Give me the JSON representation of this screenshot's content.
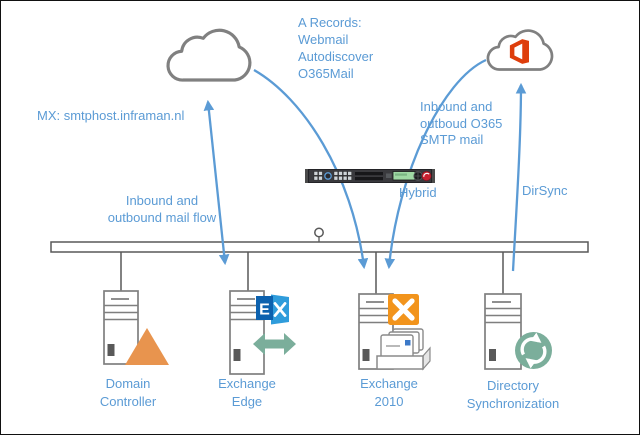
{
  "annotations": {
    "a_records": "A Records:\nWebmail\nAutodiscover\nO365Mail",
    "mx_record": "MX: smtphost.inframan.nl",
    "mail_flow": "Inbound and\noutbound mail flow",
    "o365_smtp": "Inbound and\noutboud O365\nSMTP mail",
    "hybrid": "Hybrid",
    "dirsync": "DirSync"
  },
  "servers": [
    {
      "label": "Domain\nController"
    },
    {
      "label": "Exchange\nEdge",
      "logo_letter": "E"
    },
    {
      "label": "Exchange\n2010"
    },
    {
      "label": "Directory\nSynchronization"
    }
  ],
  "icons": {
    "internet_cloud": "cloud-outline",
    "o365_cloud": "cloud-with-office365-logo",
    "domain_controller_badge": "orange-triangle",
    "exchange_edge_badges": "exchange-logo, green-double-arrow",
    "exchange_2010_badges": "exchange-2010-logo, mail-stack",
    "directory_sync_badge": "green-sync-circle",
    "middle_device": "f5-rack-appliance",
    "bus_pin": "small-circle-connector"
  },
  "colors": {
    "annotation_blue": "#5B9BD5",
    "arrow_blue": "#5B9BD5",
    "cloud_gray": "#808080",
    "bus_gray": "#595959",
    "server_outline_gray": "#7F7F7F",
    "triangle_orange": "#E8944E",
    "exchange2010_orange": "#F2941C",
    "exchange2013_blue": "#0C61AE",
    "exchange2013_light_blue": "#2F9CDB",
    "sync_green": "#7BAE9B",
    "office365_orange": "#DE3E0C",
    "f5_red": "#C8202F"
  }
}
